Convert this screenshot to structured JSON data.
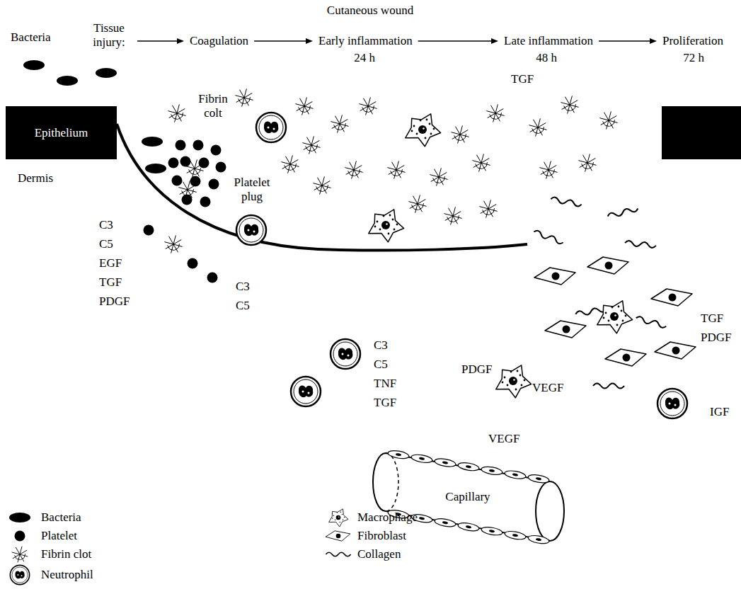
{
  "diagram": {
    "title": "Cutaneous wound",
    "nodes": [
      {
        "text": [
          "Epithelium"
        ]
      },
      {
        "text": [
          "Capillary"
        ]
      }
    ],
    "labels": [
      "Tissue injury:",
      "Coagulation",
      "Early inflammation",
      "24 h",
      "Late inflammation",
      "48 h",
      "Proliferation",
      "72 h",
      "Bacteria",
      "Fibrin colt",
      "TGF",
      "Dermis",
      "Platelet plug",
      "C3",
      "C5",
      "EGF",
      "TGF",
      "PDGF",
      "C3",
      "C5",
      "C3",
      "C5",
      "TNF",
      "TGF",
      "PDGF",
      "VEGF",
      "VEGF",
      "TGF",
      "PDGF",
      "IGF"
    ],
    "legend": [
      {
        "text": "Bacteria"
      },
      {
        "text": "Platelet"
      },
      {
        "text": "Fibrin clot"
      },
      {
        "text": "Neutrophil"
      },
      {
        "text": "Macrophage"
      },
      {
        "text": "Fibroblast"
      },
      {
        "text": "Collagen"
      }
    ]
  }
}
